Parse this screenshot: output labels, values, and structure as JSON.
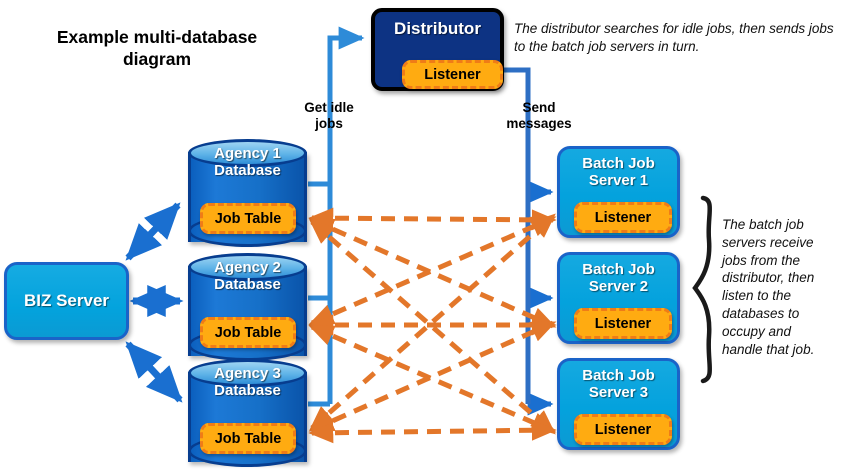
{
  "diagram": {
    "title": "Example multi-database\ndiagram",
    "title_line1": "Example multi-database",
    "title_line2": "diagram"
  },
  "colors": {
    "distributor_fill": "#0d3383",
    "distributor_border": "#000000",
    "server_fill": "#04a2dd",
    "server_border": "#1a63c8",
    "database_fill": "#1670c8",
    "database_border": "#073d8f",
    "database_top": "#5fb3e8",
    "pill_fill": "#ffab11",
    "pill_border": "#ef7c17",
    "blue_arrow": "#1a6fd0",
    "light_blue_bus": "#2e8bd8",
    "orange_dashed": "#e3772a",
    "text_white": "#ffffff",
    "text_black": "#000000"
  },
  "distributor": {
    "title": "Distributor",
    "listener_label": "Listener"
  },
  "biz_server": {
    "label": "BIZ Server"
  },
  "databases": [
    {
      "line1": "Agency 1",
      "line2": "Database",
      "table_label": "Job Table"
    },
    {
      "line1": "Agency 2",
      "line2": "Database",
      "table_label": "Job Table"
    },
    {
      "line1": "Agency 3",
      "line2": "Database",
      "table_label": "Job Table"
    }
  ],
  "batch_servers": [
    {
      "line1": "Batch Job",
      "line2": "Server 1",
      "listener_label": "Listener"
    },
    {
      "line1": "Batch Job",
      "line2": "Server 2",
      "listener_label": "Listener"
    },
    {
      "line1": "Batch Job",
      "line2": "Server 3",
      "listener_label": "Listener"
    }
  ],
  "bus_labels": {
    "get_idle_jobs": "Get idle\njobs",
    "send_messages": "Send\nmessages"
  },
  "captions": {
    "top": "The distributor searches for idle jobs, then sends jobs to the batch job servers in turn.",
    "right": "The batch job servers receive jobs from the distributor, then listen to the databases to occupy and handle that job."
  },
  "connections": {
    "biz_to_databases": "bidirectional blue arrows",
    "databases_to_distributor": "Get idle jobs bus",
    "distributor_to_servers": "Send messages bus",
    "job_tables_to_listeners": "orange dashed bidirectional mesh"
  }
}
